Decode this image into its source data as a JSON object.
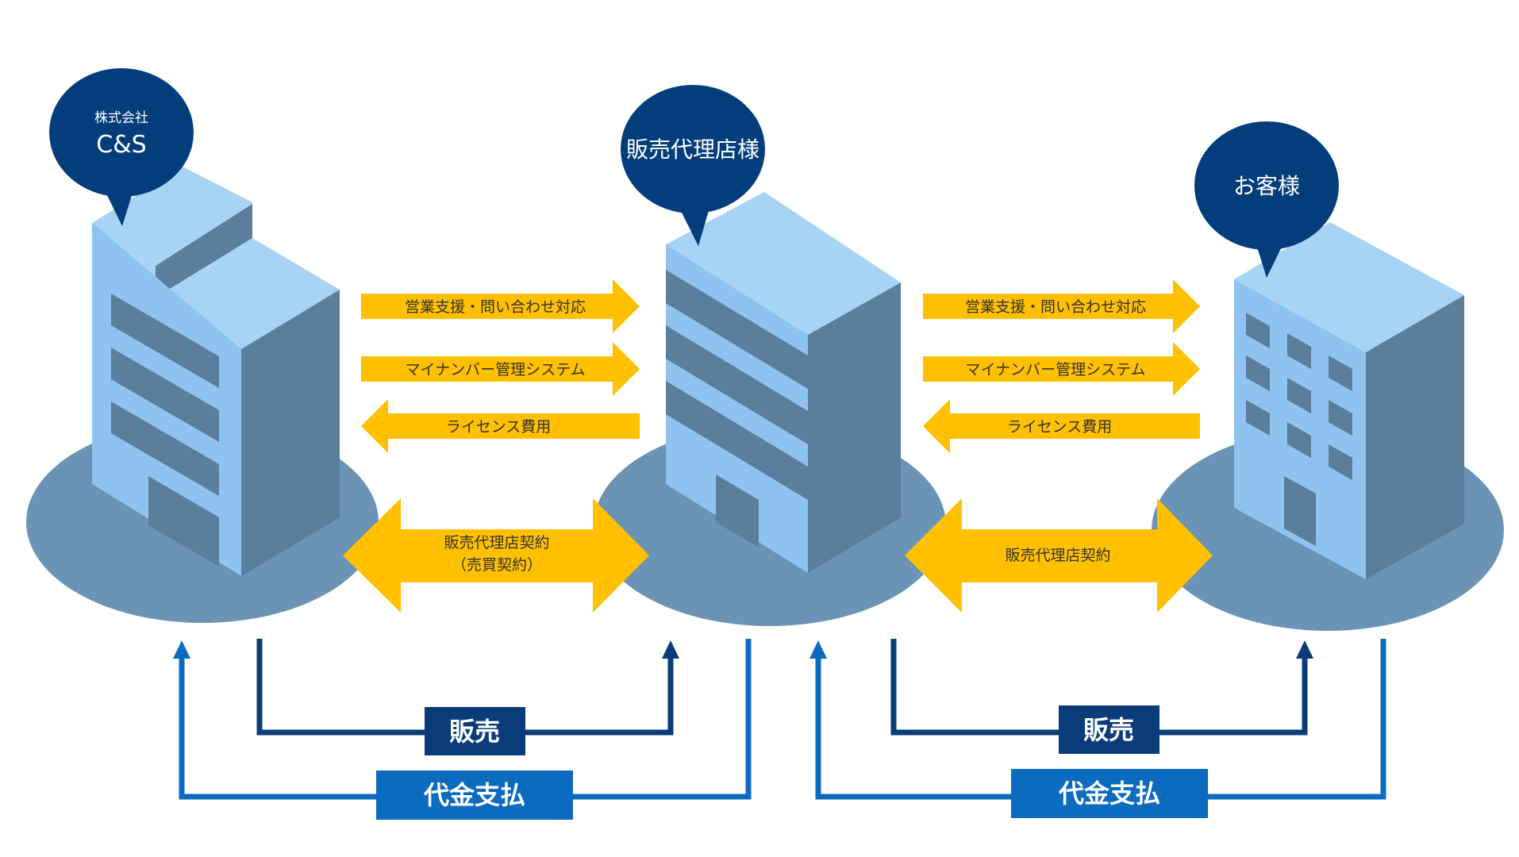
{
  "entities": {
    "left": {
      "bubble_line1": "株式会社",
      "bubble_line2": "C&S"
    },
    "center": {
      "bubble": "販売代理店様"
    },
    "right": {
      "bubble": "お客様"
    }
  },
  "flows_left": {
    "support": "営業支援・問い合わせ対応",
    "system": "マイナンバー管理システム",
    "fee": "ライセンス費用",
    "contract_line1": "販売代理店契約",
    "contract_line2": "（売買契約）"
  },
  "flows_right": {
    "support": "営業支援・問い合わせ対応",
    "system": "マイナンバー管理システム",
    "fee": "ライセンス費用",
    "contract": "販売代理店契約"
  },
  "bottom_left": {
    "sale": "販売",
    "payment": "代金支払"
  },
  "bottom_right": {
    "sale": "販売",
    "payment": "代金支払"
  },
  "colors": {
    "bubble": "#043d7c",
    "arrow": "#ffc000",
    "sale": "#0a3c7a",
    "payment": "#0b6bbe",
    "ellipse": "#6a93b5",
    "building_light": "#8ec2ef",
    "building_top": "#a7d3f5",
    "building_dark": "#5a7e9c"
  }
}
